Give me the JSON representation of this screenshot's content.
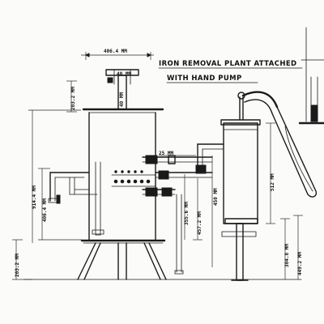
{
  "title": {
    "line1": "IRON REMOVAL PLANT ATTACHED",
    "line2": "WITH HAND PUMP"
  },
  "dimensions": {
    "top_width": "406.4 MM",
    "stem": "40 MM",
    "stem_upper": "40 MM",
    "top_left_height": "203.2 MM",
    "left_full_height": "914.4 MM",
    "left_lower": "406.4 MM",
    "bottom_left": "203.2 MM",
    "pipe_25": "25 MM",
    "mid_356": "355.6 MM",
    "mid_457": "457.2 MM",
    "right_450": "450 MM",
    "right_512": "512 MM",
    "right_bottom": "304.8 MM",
    "right_lower": "449.2 MM"
  }
}
